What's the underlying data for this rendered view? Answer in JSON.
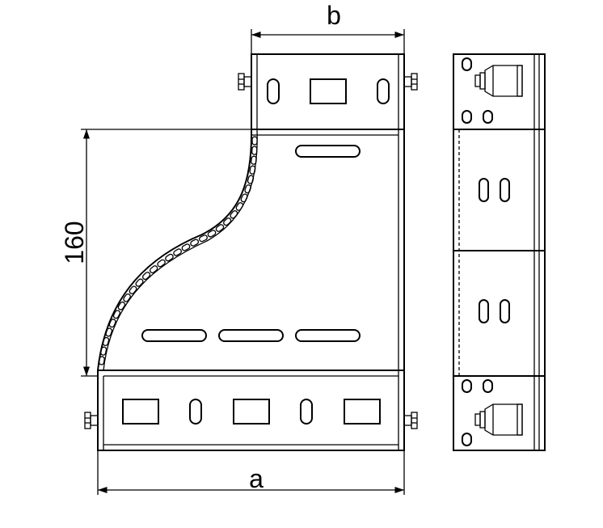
{
  "labels": {
    "width_top": "b",
    "width_bottom": "a",
    "height": "160"
  },
  "colors": {
    "line": "#000000",
    "background": "#ffffff",
    "fill": "#ffffff"
  }
}
